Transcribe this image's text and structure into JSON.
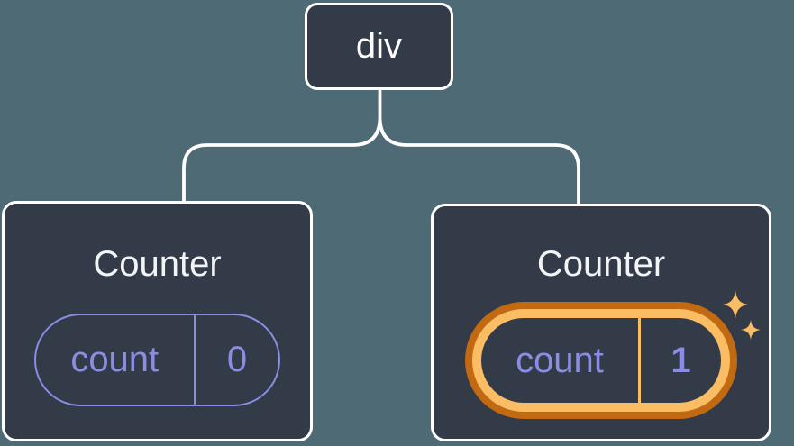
{
  "diagram": {
    "type": "component-tree",
    "root": {
      "label": "div"
    },
    "children": [
      {
        "title": "Counter",
        "state": {
          "key": "count",
          "value": "0"
        },
        "highlighted": false
      },
      {
        "title": "Counter",
        "state": {
          "key": "count",
          "value": "1"
        },
        "highlighted": true
      }
    ],
    "icons": {
      "sparkles-icon": "two four-point stars ✦✦ marking fresh state"
    },
    "colors": {
      "background": "#4e6a74",
      "node_fill": "#333a48",
      "node_border": "#ffffff",
      "state_purple": "#8a8de2",
      "highlight_orange_dark": "#c26a12",
      "highlight_orange_light": "#fabd63",
      "title_text": "#f3f4f6"
    }
  }
}
